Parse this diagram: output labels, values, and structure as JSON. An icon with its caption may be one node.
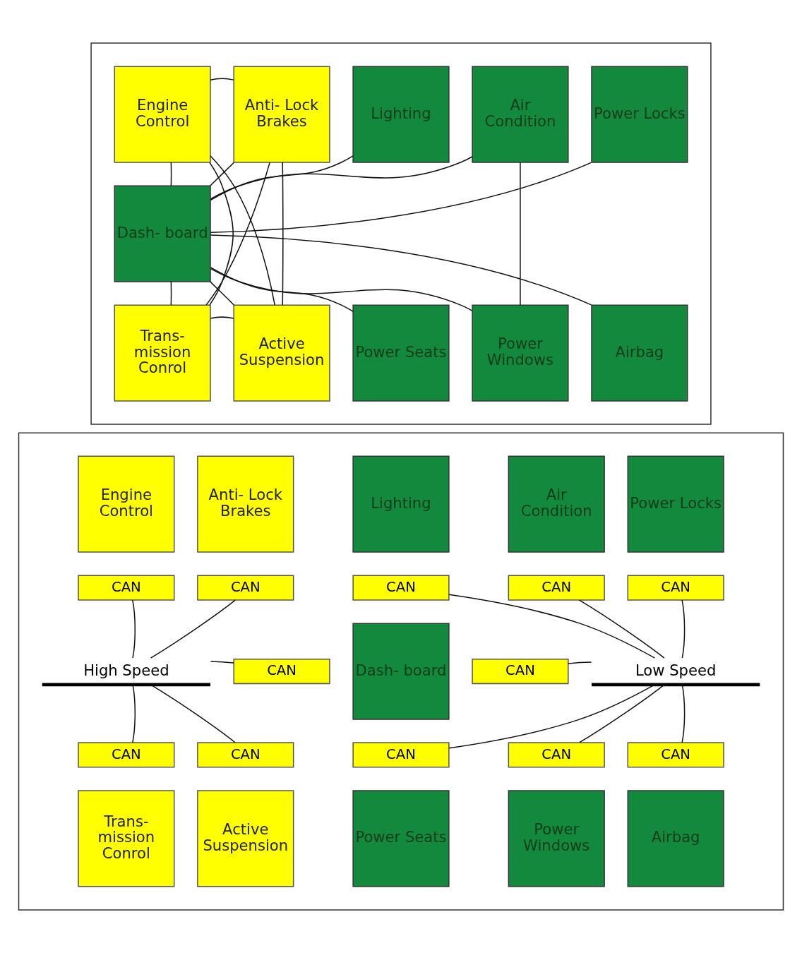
{
  "diagram": {
    "nodes": [
      {
        "text": [],
        "shape": "box"
      },
      {
        "text": [
          "Engine Control"
        ],
        "in": 0
      },
      {
        "text": [
          "Anti- Lock Brakes"
        ],
        "in": 0
      },
      {
        "text": [
          "Trans- mission Conrol"
        ],
        "in": 0
      },
      {
        "text": [
          "Active Suspension"
        ],
        "in": 0
      },
      {
        "text": [
          "Dash- board"
        ],
        "in": 0
      },
      {
        "text": [
          "Lighting"
        ],
        "in": 0
      },
      {
        "text": [
          "Air Condition"
        ],
        "in": 0
      },
      {
        "text": [
          "Power Locks"
        ],
        "in": 0
      },
      {
        "text": [
          "Power Seats"
        ],
        "in": 0
      },
      {
        "text": [
          "Power Windows"
        ],
        "in": 0
      },
      {
        "text": [
          "Airbag"
        ],
        "in": 0
      },
      {
        "text": [],
        "shape": "box"
      },
      {
        "text": [
          "Engine Control"
        ],
        "in": 12
      },
      {
        "text": [
          "CAN"
        ],
        "in": 12
      },
      {
        "text": [
          "Anti- Lock Brakes"
        ],
        "in": 12
      },
      {
        "text": [
          "CAN"
        ],
        "in": 12
      },
      {
        "text": [
          "CAN"
        ],
        "in": 12
      },
      {
        "text": [
          "Trans- mission Conrol"
        ],
        "in": 12
      },
      {
        "text": [
          "CAN"
        ],
        "in": 12
      },
      {
        "text": [
          "Active Suspension"
        ],
        "in": 12
      },
      {
        "text": [
          "High Speed"
        ],
        "in": 12
      },
      {
        "text": [
          "CAN"
        ],
        "in": 12
      },
      {
        "text": [
          "Dash- board"
        ],
        "in": 12
      },
      {
        "text": [
          "CAN"
        ],
        "in": 12
      },
      {
        "text": [
          "Low Speed"
        ],
        "in": 12
      },
      {
        "text": [
          "Lighting"
        ],
        "in": 12
      },
      {
        "text": [
          "CAN"
        ],
        "in": 12
      },
      {
        "text": [
          "Air Condition"
        ],
        "in": 12
      },
      {
        "text": [
          "CAN"
        ],
        "in": 12
      },
      {
        "text": [
          "Power Locks"
        ],
        "in": 12
      },
      {
        "text": [
          "CAN"
        ],
        "in": 12
      },
      {
        "text": [
          "CAN"
        ],
        "in": 12
      },
      {
        "text": [
          "Power Seats"
        ],
        "in": 12
      },
      {
        "text": [
          "CAN"
        ],
        "in": 12
      },
      {
        "text": [
          "Power Windows"
        ],
        "in": 12
      },
      {
        "text": [
          "CAN"
        ],
        "in": 12
      },
      {
        "text": [
          "Airbag"
        ],
        "in": 12
      }
    ],
    "edges": [
      {
        "from": 1,
        "to": 2,
        "arrow": "none"
      },
      {
        "from": 1,
        "to": 3,
        "arrow": "none"
      },
      {
        "from": 1,
        "to": 4,
        "arrow": "none"
      },
      {
        "from": 2,
        "to": 3,
        "arrow": "none"
      },
      {
        "from": 2,
        "to": 4,
        "arrow": "none"
      },
      {
        "from": 3,
        "to": 4,
        "arrow": "none"
      },
      {
        "from": 1,
        "to": 5,
        "arrow": "none"
      },
      {
        "from": 2,
        "to": 5,
        "arrow": "none"
      },
      {
        "from": 3,
        "to": 5,
        "arrow": "none"
      },
      {
        "from": 4,
        "to": 5,
        "arrow": "none"
      },
      {
        "from": 5,
        "to": 6,
        "arrow": "none"
      },
      {
        "from": 5,
        "to": 7,
        "arrow": "none"
      },
      {
        "from": 5,
        "to": 8,
        "arrow": "none"
      },
      {
        "from": 5,
        "to": 9,
        "arrow": "none"
      },
      {
        "from": 5,
        "to": 10,
        "arrow": "none"
      },
      {
        "from": 5,
        "to": 11,
        "arrow": "none"
      },
      {
        "from": 7,
        "to": 10,
        "arrow": "none"
      },
      {
        "from": 14,
        "to": 21,
        "arrow": "none"
      },
      {
        "from": 16,
        "to": 21,
        "arrow": "none"
      },
      {
        "from": 17,
        "to": 21,
        "arrow": "none"
      },
      {
        "from": 19,
        "to": 21,
        "arrow": "none"
      },
      {
        "from": 21,
        "to": 22,
        "arrow": "none"
      },
      {
        "from": 24,
        "to": 25,
        "arrow": "none"
      },
      {
        "from": 27,
        "to": 25,
        "arrow": "none"
      },
      {
        "from": 29,
        "to": 25,
        "arrow": "none"
      },
      {
        "from": 31,
        "to": 25,
        "arrow": "none"
      },
      {
        "from": 32,
        "to": 25,
        "arrow": "none"
      },
      {
        "from": 34,
        "to": 25,
        "arrow": "none"
      },
      {
        "from": 36,
        "to": 25,
        "arrow": "none"
      }
    ]
  }
}
